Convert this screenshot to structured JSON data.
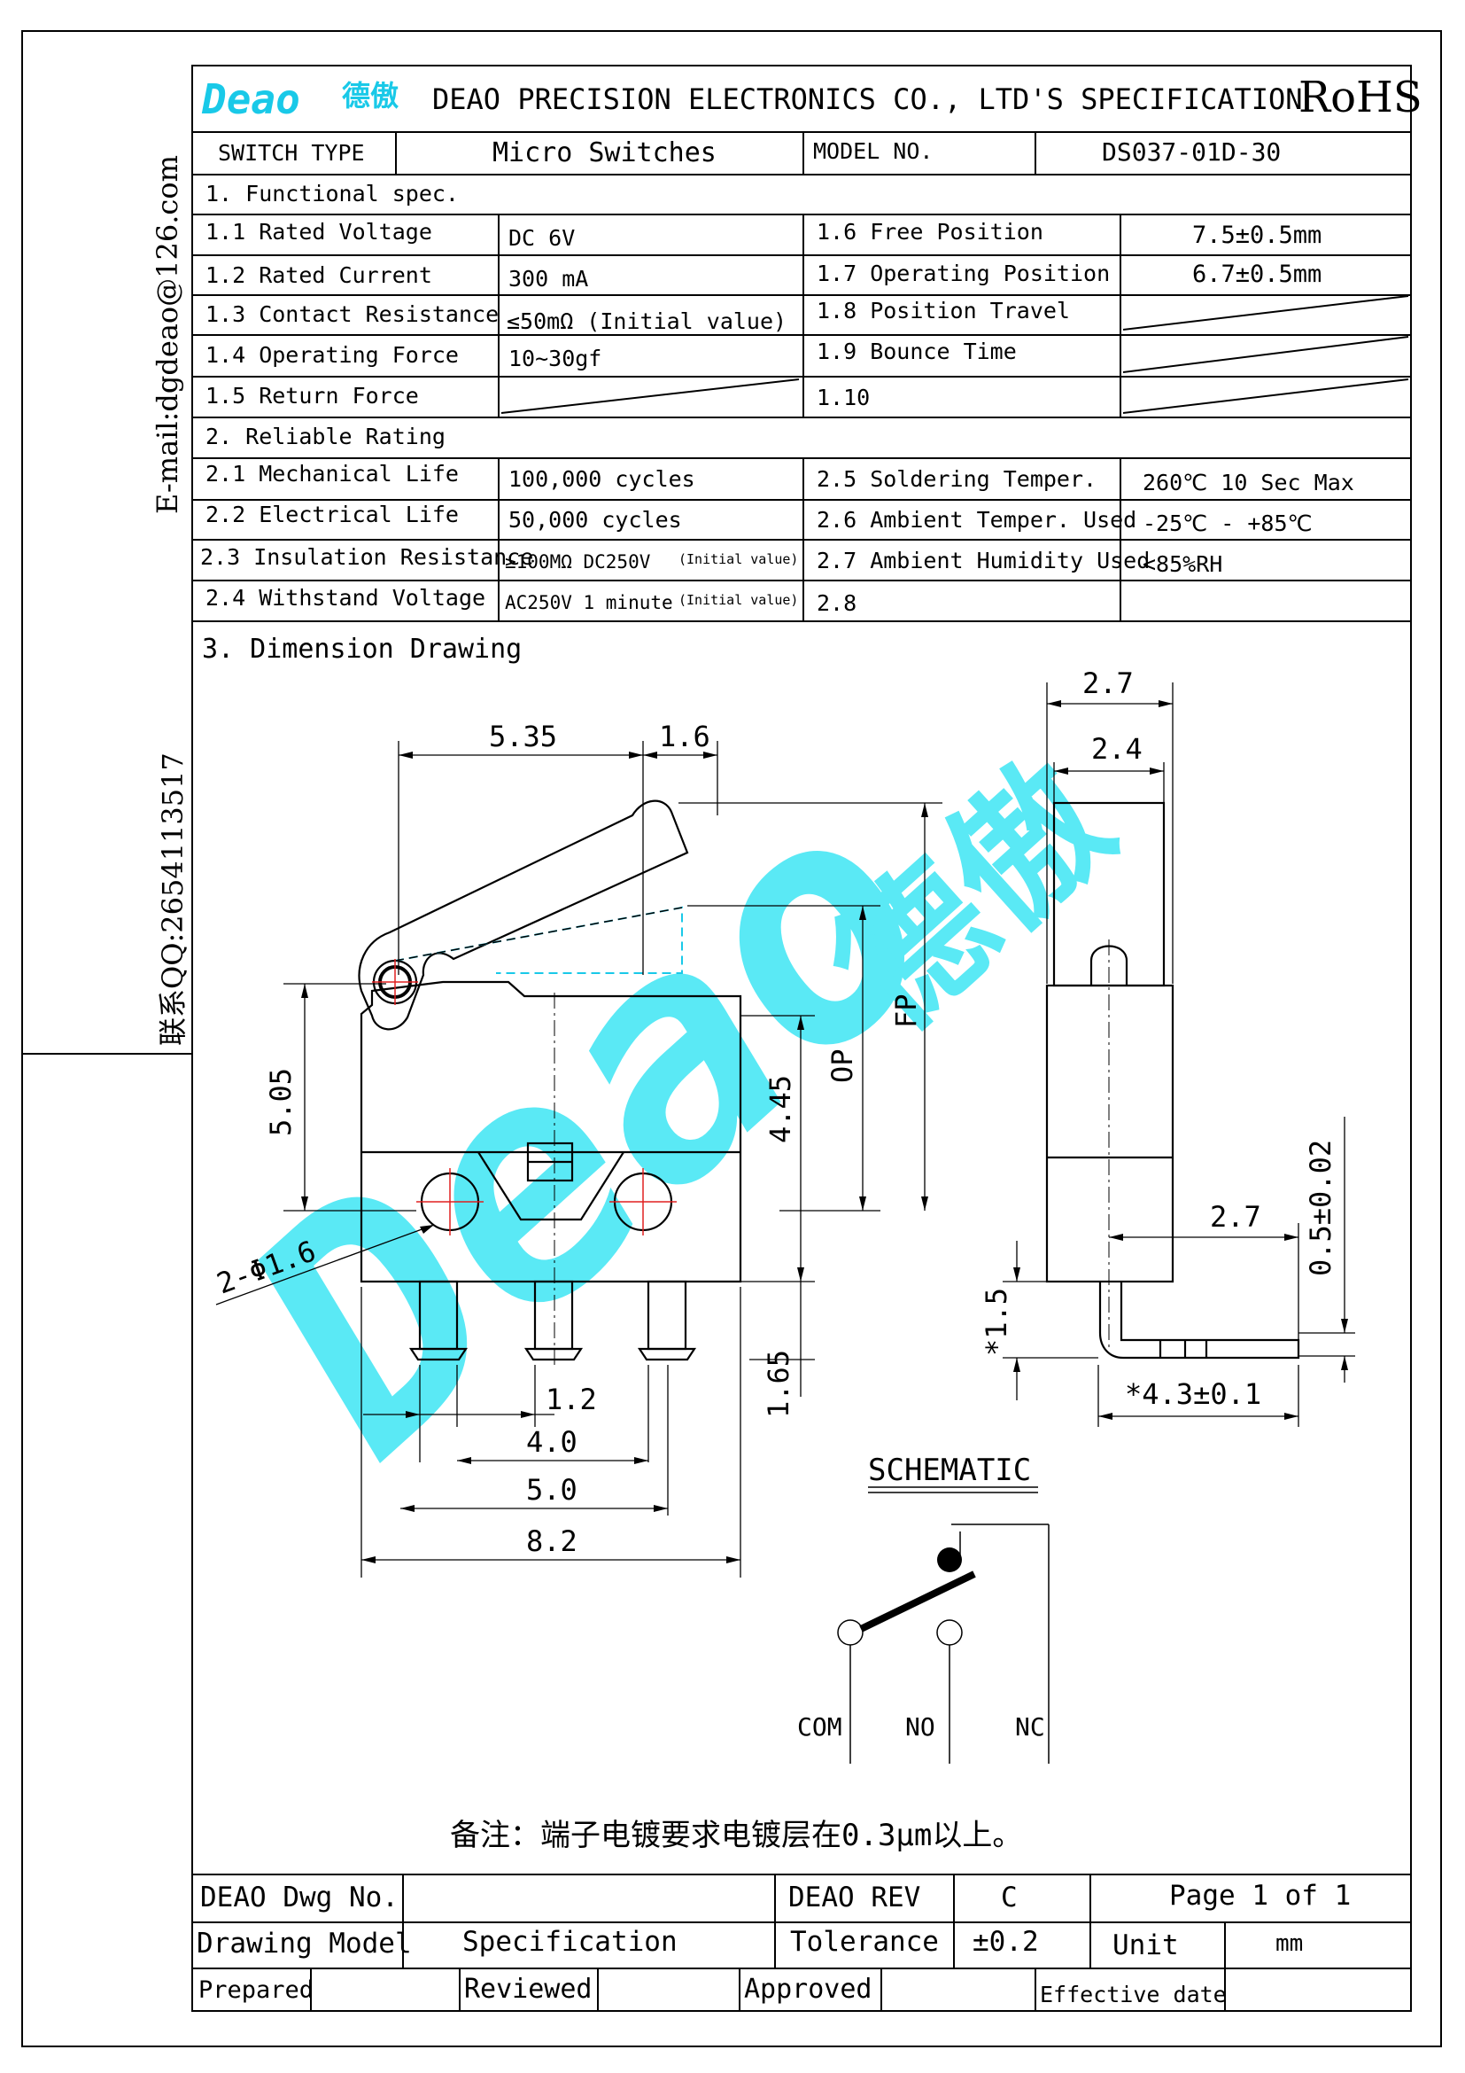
{
  "side_text": {
    "email": "E-mail:dgdeao@126.com",
    "qq": "联系QQ:2654113517"
  },
  "header": {
    "logo_text": "Deao",
    "logo_cn": "德傲",
    "company": "DEAO PRECISION ELECTRONICS CO., LTD'S SPECIFICATION",
    "rohs": "RoHS"
  },
  "info": {
    "switch_type_label": "SWITCH TYPE",
    "switch_type_value": "Micro Switches",
    "model_label": "MODEL NO.",
    "model_value": "DS037-01D-30"
  },
  "functional": {
    "title": "1. Functional spec.",
    "left": [
      {
        "label": "1.1 Rated Voltage",
        "value": "DC 6V"
      },
      {
        "label": "1.2 Rated Current",
        "value": "300 mA"
      },
      {
        "label": "1.3 Contact Resistance",
        "value": "≤50mΩ  (Initial value)"
      },
      {
        "label": "1.4 Operating Force",
        "value": "10~30gf"
      },
      {
        "label": "1.5 Return Force",
        "value": ""
      }
    ],
    "right": [
      {
        "label": "1.6  Free Position",
        "value": "7.5±0.5mm"
      },
      {
        "label": "1.7  Operating Position",
        "value": "6.7±0.5mm"
      },
      {
        "label": "1.8  Position Travel",
        "value": ""
      },
      {
        "label": "1.9  Bounce Time",
        "value": ""
      },
      {
        "label": "1.10",
        "value": ""
      }
    ]
  },
  "reliable": {
    "title": "2. Reliable Rating",
    "left": [
      {
        "label": "2.1 Mechanical Life",
        "value": "100,000 cycles"
      },
      {
        "label": "2.2 Electrical Life",
        "value": "50,000 cycles"
      },
      {
        "label": "2.3 Insulation Resistance",
        "value": "≥100MΩ DC250V",
        "note": "(Initial value)"
      },
      {
        "label": "2.4  Withstand Voltage",
        "value": "AC250V 1 minute",
        "note": "(Initial value)"
      }
    ],
    "right": [
      {
        "label": "2.5 Soldering Temper.",
        "value": "260℃ 10 Sec Max"
      },
      {
        "label": "2.6 Ambient Temper. Used",
        "value": "-25℃ - +85℃"
      },
      {
        "label": "2.7 Ambient Humidity Used",
        "value": "<85%RH"
      },
      {
        "label": "2.8",
        "value": ""
      }
    ]
  },
  "drawing": {
    "title": "3. Dimension Drawing",
    "dims": {
      "d535": "5.35",
      "d16": "1.6",
      "d505": "5.05",
      "d445": "4.45",
      "op": "OP",
      "fp": "FP",
      "hole": "2-Φ1.6",
      "d165": "1.65",
      "d12": "1.2",
      "d40": "4.0",
      "d50": "5.0",
      "d82": "8.2",
      "s27top": "2.7",
      "s24": "2.4",
      "s27mid": "2.7",
      "s05": "0.5±0.02",
      "s15": "*1.5",
      "s43": "*4.3±0.1"
    },
    "schematic": {
      "title": "SCHEMATIC",
      "com": "COM",
      "no": "NO",
      "nc": "NC"
    },
    "watermark": "Deao德傲",
    "note": "备注：端子电镀要求电镀层在0.3μm以上。"
  },
  "footer": {
    "dwg_no_label": "DEAO Dwg No.",
    "dwg_no_value": "",
    "rev_label": "DEAO REV",
    "rev_value": "C",
    "page": "Page 1 of 1",
    "model_label": "Drawing Model",
    "model_value": "Specification",
    "tolerance_label": "Tolerance",
    "tolerance_value": "±0.2",
    "unit_label": "Unit",
    "unit_value": "mm",
    "prepared": "Prepared",
    "reviewed": "Reviewed",
    "approved": "Approved",
    "effective": "Effective date"
  },
  "colors": {
    "logo": "#19c9e8",
    "watermark": "#3ee6f4",
    "red": "#e02020"
  }
}
